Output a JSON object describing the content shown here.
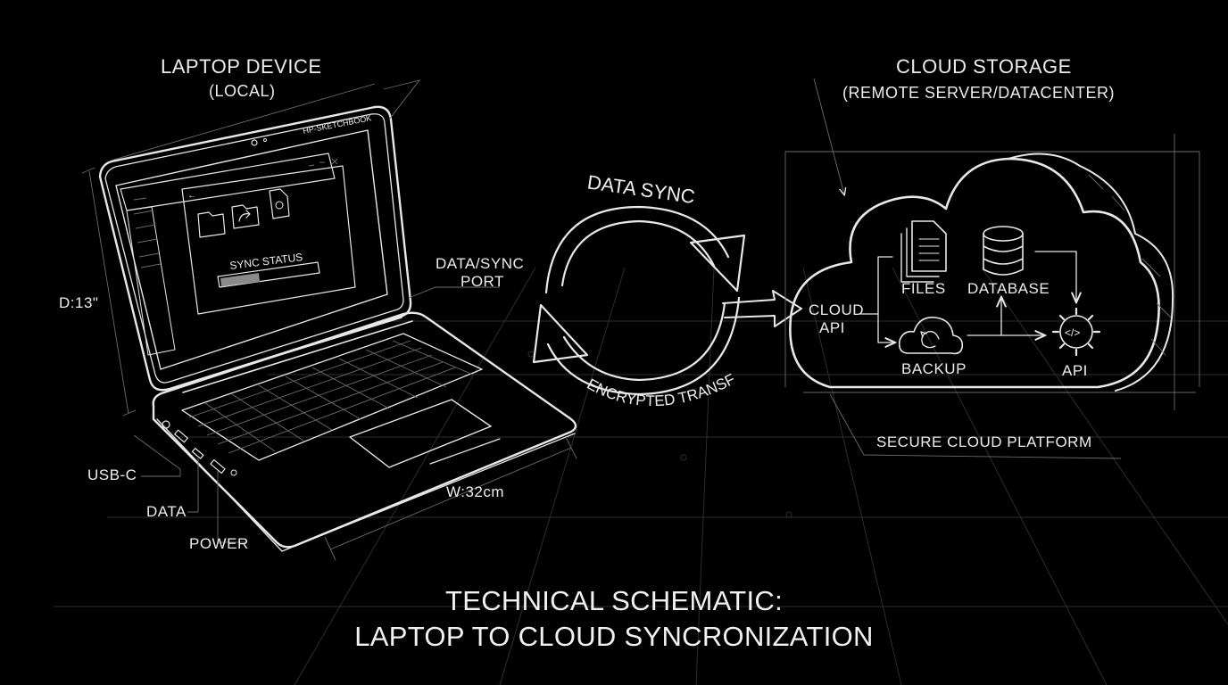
{
  "laptop": {
    "title": "LAPTOP DEVICE",
    "subtitle": "(LOCAL)",
    "brand": "HP-SKETCHBOOK",
    "screen_status": "SYNC STATUS",
    "dimension_depth": "D:13\"",
    "dimension_width": "W:32cm",
    "port_label_line1": "DATA/SYNC",
    "port_label_line2": "PORT",
    "ports": [
      "USB-C",
      "DATA",
      "POWER"
    ]
  },
  "sync": {
    "top_label": "DATA SYNC",
    "bottom_label": "ENCRYPTED TRANSFER"
  },
  "cloud": {
    "title": "CLOUD STORAGE",
    "subtitle": "(REMOTE SERVER/DATACENTER)",
    "entry_line1": "CLOUD",
    "entry_line2": "API",
    "nodes": {
      "files": "FILES",
      "database": "DATABASE",
      "backup": "BACKUP",
      "api": "API"
    },
    "platform": "SECURE CLOUD PLATFORM"
  },
  "caption": {
    "line1": "TECHNICAL SCHEMATIC:",
    "line2": "LAPTOP TO CLOUD SYNCRONIZATION"
  },
  "colors": {
    "background": "#000000",
    "line": "#e8e8e8",
    "text": "#ececec"
  },
  "icons": [
    "folder-icon",
    "upload-icon",
    "settings-file-icon",
    "files-icon",
    "database-icon",
    "backup-icon",
    "api-gear-icon",
    "sync-arrows-icon"
  ]
}
